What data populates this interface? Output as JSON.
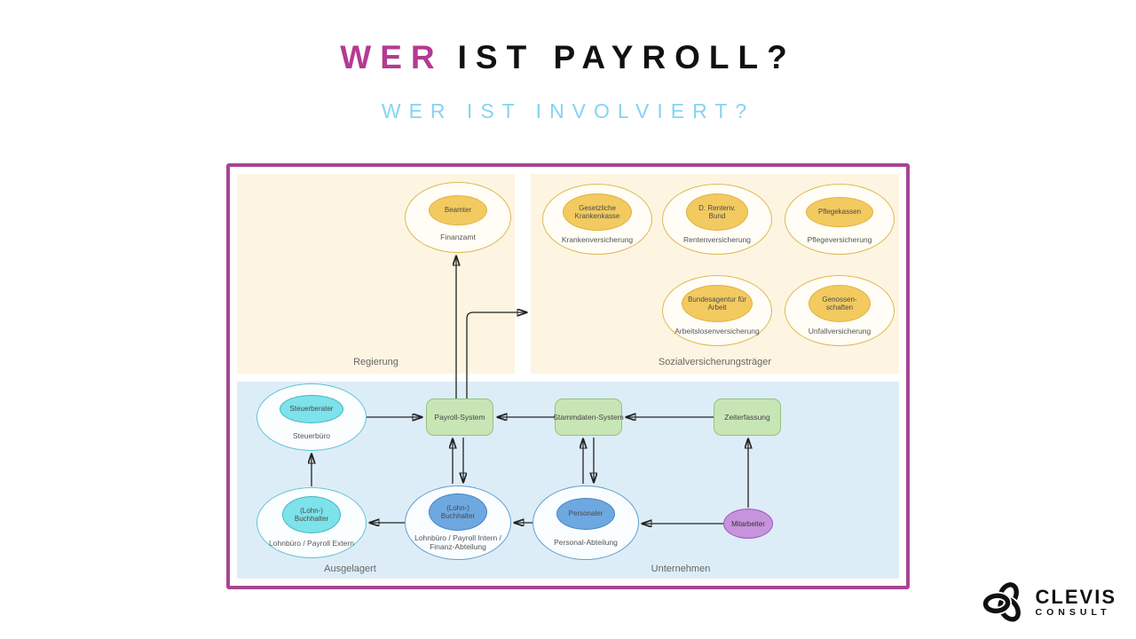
{
  "title": {
    "highlight": "WER",
    "rest": "IST PAYROLL?"
  },
  "subtitle": "WER IST INVOLVIERT?",
  "colors": {
    "title_highlight": "#b43a92",
    "title_text": "#111111",
    "subtitle": "#85d4f2",
    "diagram_border": "#a74594",
    "region_government_bg": "#fdf5e1",
    "region_company_bg": "#ddedf7",
    "node_gold": "#f3ca60",
    "node_cyan": "#7de2ea",
    "node_blue": "#6ea8e0",
    "node_purple": "#c793dc",
    "system_green": "#c8e6b5"
  },
  "diagram": {
    "regions": {
      "regierung": {
        "label": "Regierung"
      },
      "sozialversicherung": {
        "label": "Sozialversicherungsträger"
      },
      "ausgelagert": {
        "label": "Ausgelagert"
      },
      "unternehmen": {
        "label": "Unternehmen"
      }
    },
    "nodes": {
      "finanzamt": {
        "role": "Beamter",
        "label": "Finanzamt"
      },
      "krankenversicherung": {
        "role": "Gesetzliche Krankenkasse",
        "label": "Krankenversicherung"
      },
      "rentenversicherung": {
        "role": "D. Rentenv. Bund",
        "label": "Rentenversicherung"
      },
      "pflegeversicherung": {
        "role": "Pflegekassen",
        "label": "Pflegeversicherung"
      },
      "arbeitslosenversicherung": {
        "role": "Bundesagentur für Arbeit",
        "label": "Arbeitslosenversicherung"
      },
      "unfallversicherung": {
        "role": "Genossen- schaften",
        "label": "Unfallversicherung"
      },
      "steuerbuero": {
        "role": "Steuerberater",
        "label": "Steuerbüro"
      },
      "lohnbuero_extern": {
        "role": "(Lohn-) Buchhalter",
        "label": "Lohnbüro / Payroll Extern"
      },
      "lohnbuero_intern": {
        "role": "(Lohn-) Buchhalter",
        "label": "Lohnbüro / Payroll Intern / Finanz-Abteilung"
      },
      "personal_abteilung": {
        "role": "Personaler",
        "label": "Personal-Abteilung"
      },
      "mitarbeiter": {
        "role": "Mitarbeiter"
      }
    },
    "systems": {
      "payroll": {
        "label": "Payroll-System"
      },
      "stammdaten": {
        "label": "Stammdaten-System"
      },
      "zeiterfassung": {
        "label": "Zeiterfassung"
      }
    }
  },
  "logo": {
    "brand": "CLEVIS",
    "sub": "CONSULT"
  }
}
